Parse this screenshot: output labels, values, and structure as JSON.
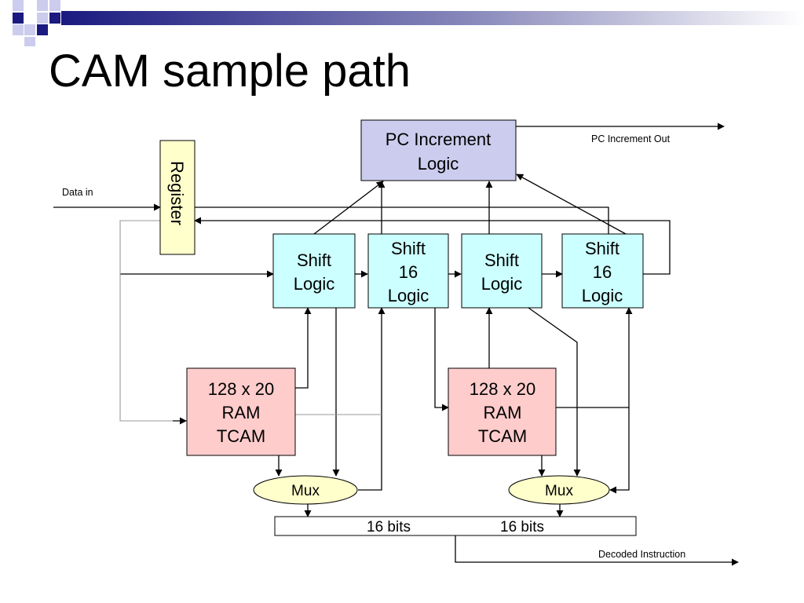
{
  "slide": {
    "title": "CAM sample path",
    "colors": {
      "title_bar": "#1a1a80",
      "pc_box": "#ccccee",
      "shift_box": "#ccffff",
      "register_box": "#ffffcc",
      "ram_box": "#ffcccc",
      "mux": "#ffffcc"
    }
  },
  "diagram": {
    "pc_increment": {
      "line1": "PC Increment",
      "line2": "Logic"
    },
    "pc_out_label": "PC Increment Out",
    "data_in_label": "Data in",
    "register_label": "Register",
    "shift_logic_a": {
      "line1": "Shift",
      "line2": "Logic"
    },
    "shift16_a": {
      "line1": "Shift",
      "line2": "16",
      "line3": "Logic"
    },
    "shift_logic_b": {
      "line1": "Shift",
      "line2": "Logic"
    },
    "shift16_b": {
      "line1": "Shift",
      "line2": "16",
      "line3": "Logic"
    },
    "ram_a": {
      "line1": "128 x 20",
      "line2": "RAM",
      "line3": "TCAM"
    },
    "ram_b": {
      "line1": "128 x 20",
      "line2": "RAM",
      "line3": "TCAM"
    },
    "mux_a": "Mux",
    "mux_b": "Mux",
    "bits_a": "16 bits",
    "bits_b": "16 bits",
    "decoded_label": "Decoded Instruction"
  }
}
